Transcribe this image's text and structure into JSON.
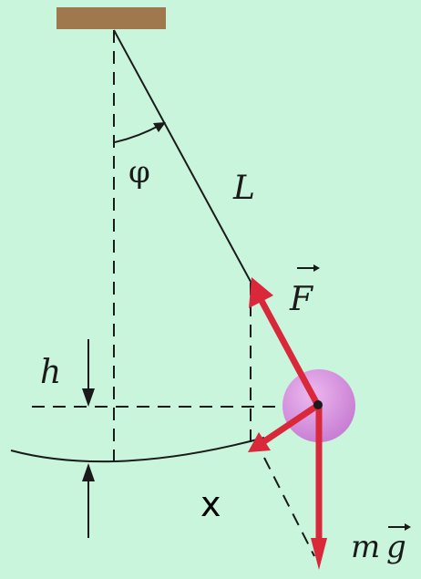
{
  "labels": {
    "angle": "φ",
    "length": "L",
    "force": "F",
    "height": "h",
    "displacement": "x",
    "gravity_m": "m",
    "gravity_g": "g"
  },
  "colors": {
    "background": "#c8f5dc",
    "line": "#1a1a1a",
    "support": "#a0784e",
    "vector": "#d8283a",
    "bob": "#cf86d8"
  }
}
